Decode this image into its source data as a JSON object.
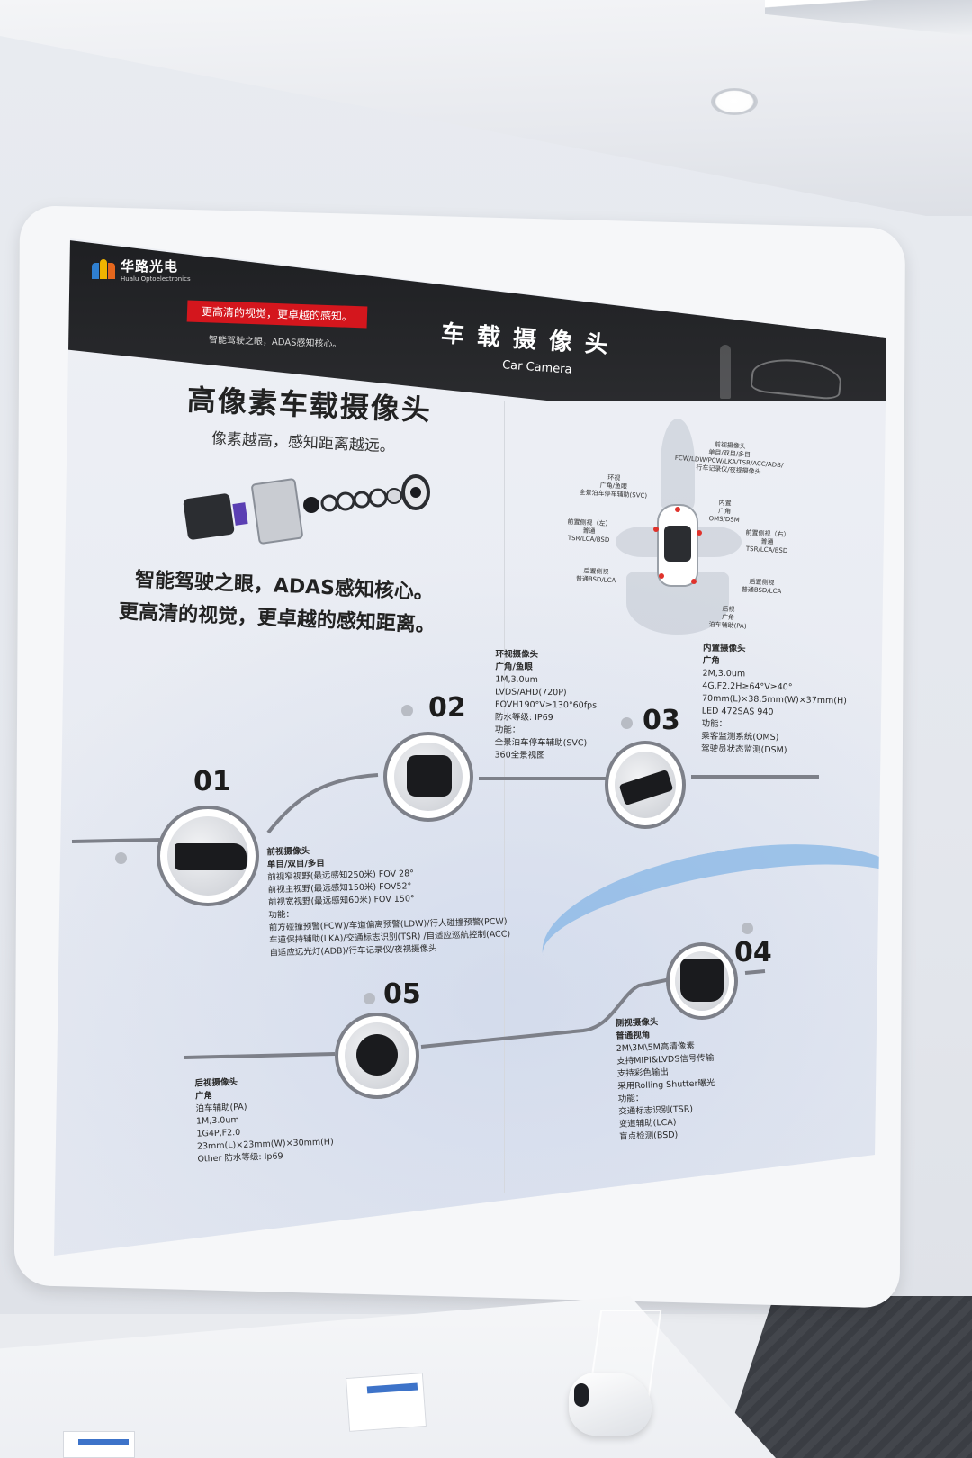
{
  "board": {
    "logo_cn": "华路光电",
    "logo_en": "Hualu Optoelectronics",
    "slogan_red": "更高清的视觉，更卓越的感知。",
    "slogan_sub": "智能驾驶之眼，ADAS感知核心。",
    "title": "车载摄像头",
    "title_en": "Car Camera"
  },
  "headline": {
    "title": "高像素车载摄像头",
    "subtitle": "像素越高，感知距离越远。",
    "tagline_1": "智能驾驶之眼，ADAS感知核心。",
    "tagline_2": "更高清的视觉，更卓越的感知距离。"
  },
  "diagram": {
    "front": [
      "前视摄像头",
      "单目/双目/多目",
      "FCW/LDW/PCW/LKA/TSR/ACC/ADB/",
      "行车记录仪/夜视摄像头"
    ],
    "surround": [
      "环视",
      "广角/鱼眼",
      "全景泊车停车辅助(SVC)"
    ],
    "interior": [
      "内置",
      "广角",
      "OMS/DSM"
    ],
    "front_side_left": [
      "前置侧视（左）",
      "普通",
      "TSR/LCA/BSD"
    ],
    "front_side_right": [
      "前置侧视（右）",
      "普通",
      "TSR/LCA/BSD"
    ],
    "rear_side_left": [
      "后置侧视",
      "普通BSD/LCA"
    ],
    "rear_side_right": [
      "后置侧视",
      "普通BSD/LCA"
    ],
    "rear": [
      "后视",
      "广角",
      "泊车辅助(PA)"
    ]
  },
  "cameras": [
    {
      "num": "01",
      "lines": [
        "前视摄像头",
        "单目/双目/多目",
        "前视窄视野(最远感知250米) FOV 28°",
        "前视主视野(最远感知150米) FOV52°",
        "前视宽视野(最远感知60米) FOV 150°",
        "功能：",
        "前方碰撞预警(FCW)/车道偏离预警(LDW)/行人碰撞预警(PCW)",
        "车道保持辅助(LKA)/交通标志识别(TSR) /自适应巡航控制(ACC)",
        "自适应远光灯(ADB)/行车记录仪/夜视摄像头"
      ]
    },
    {
      "num": "02",
      "lines": [
        "环视摄像头",
        "广角/鱼眼",
        "1M,3.0um",
        "LVDS/AHD(720P)",
        "FOVH190°V≥130°60fps",
        "防水等级: IP69",
        "功能：",
        "全景泊车停车辅助(SVC)",
        "360全景视图"
      ]
    },
    {
      "num": "03",
      "lines": [
        "内置摄像头",
        "广角",
        "2M,3.0um",
        "4G,F2.2H≥64°V≥40°",
        "70mm(L)×38.5mm(W)×37mm(H)",
        "LED 472SAS 940",
        "功能：",
        "乘客监测系统(OMS)",
        "驾驶员状态监测(DSM)"
      ]
    },
    {
      "num": "04",
      "lines": [
        "侧视摄像头",
        "普通视角",
        "2M\\3M\\5M高清像素",
        "支持MIPI&LVDS信号传输",
        "支持彩色输出",
        "采用Rolling Shutter曝光",
        "功能：",
        "交通标志识别(TSR)",
        "变道辅助(LCA)",
        "盲点检测(BSD)"
      ]
    },
    {
      "num": "05",
      "lines": [
        "后视摄像头",
        "广角",
        "泊车辅助(PA)",
        "1M,3.0um",
        "1G4P,F2.0",
        "23mm(L)×23mm(W)×30mm(H)",
        "Other 防水等级: Ip69"
      ]
    }
  ],
  "colors": {
    "header": "#1e1f22",
    "accent_red": "#d4161d",
    "swoosh_blue": "#86b6e6",
    "timeline_gray": "#7d8089"
  }
}
